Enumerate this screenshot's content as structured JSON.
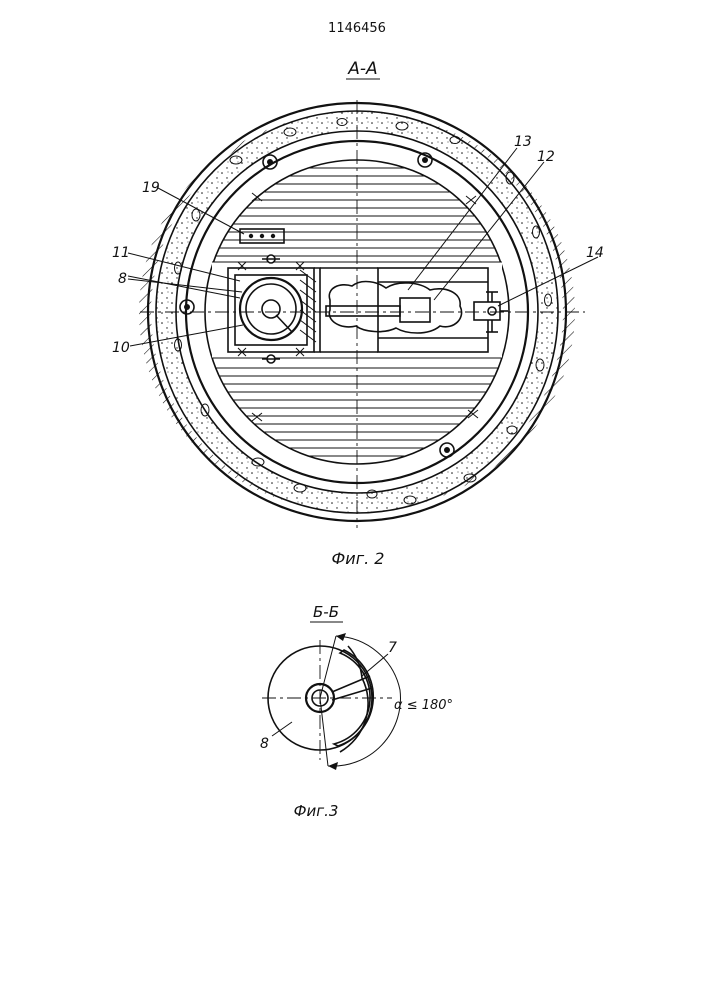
{
  "patent_number": "1146456",
  "fig2": {
    "section_label": "А-А",
    "caption": "Фиг. 2",
    "callouts": {
      "c19": "19",
      "c11": "11",
      "c8": "8",
      "c10": "10",
      "c13": "13",
      "c12": "12",
      "c14": "14"
    }
  },
  "fig3": {
    "section_label": "Б-Б",
    "caption": "Фиг.3",
    "callouts": {
      "c7": "7",
      "c8": "8"
    },
    "angle_label": "α ≤ 180°"
  }
}
